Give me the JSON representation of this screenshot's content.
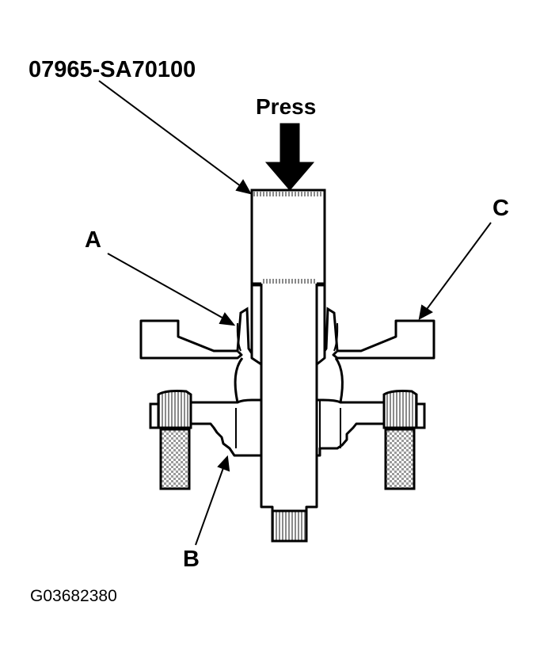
{
  "labels": {
    "tool_number": "07965-SA70100",
    "press": "Press",
    "a": "A",
    "b": "B",
    "c": "C",
    "figure_code": "G03682380"
  },
  "colors": {
    "line": "#000000",
    "fill": "#ffffff",
    "shading": "#b8b8b8"
  }
}
